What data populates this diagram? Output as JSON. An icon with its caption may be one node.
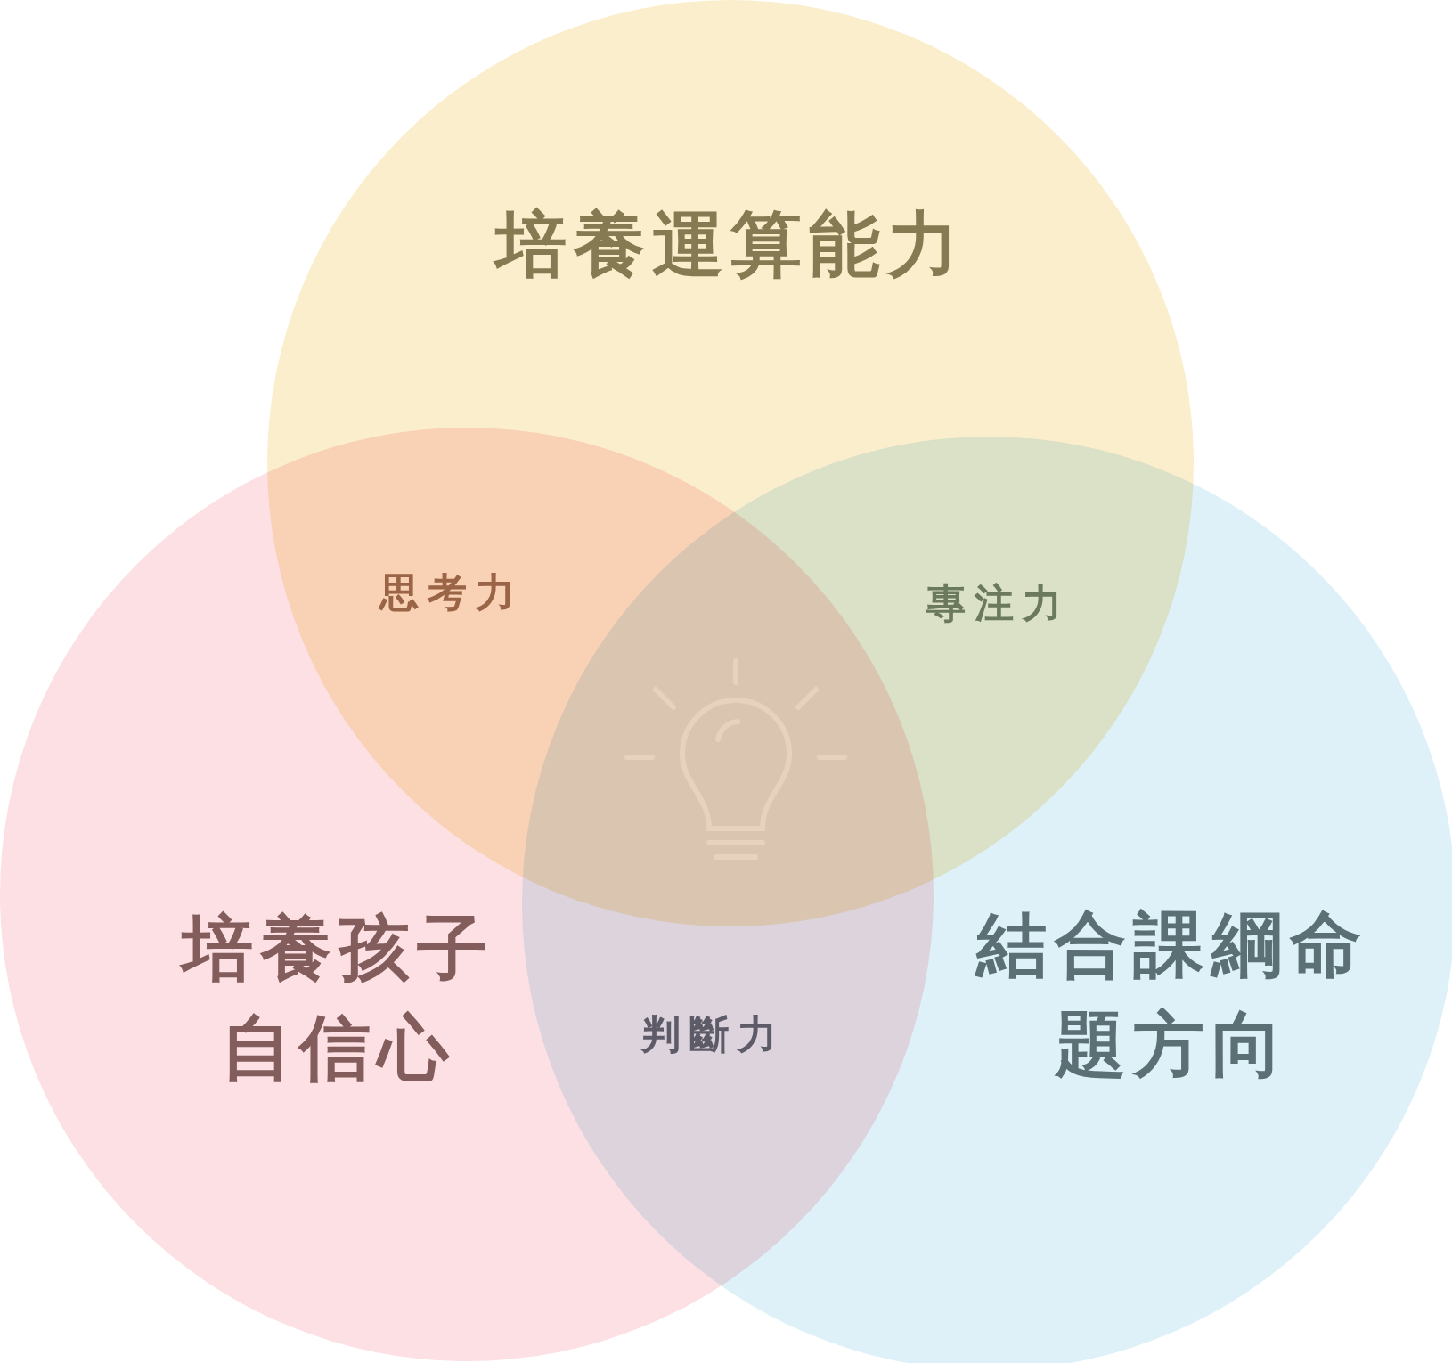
{
  "diagram": {
    "nodes": [
      {
        "text": [
          "培養運算能力"
        ]
      },
      {
        "text": [
          "培養孩子自信心"
        ]
      },
      {
        "text": [
          "結合課綱命題方向"
        ]
      }
    ],
    "labels": [
      "思考力",
      "專注力",
      "判斷力"
    ]
  }
}
